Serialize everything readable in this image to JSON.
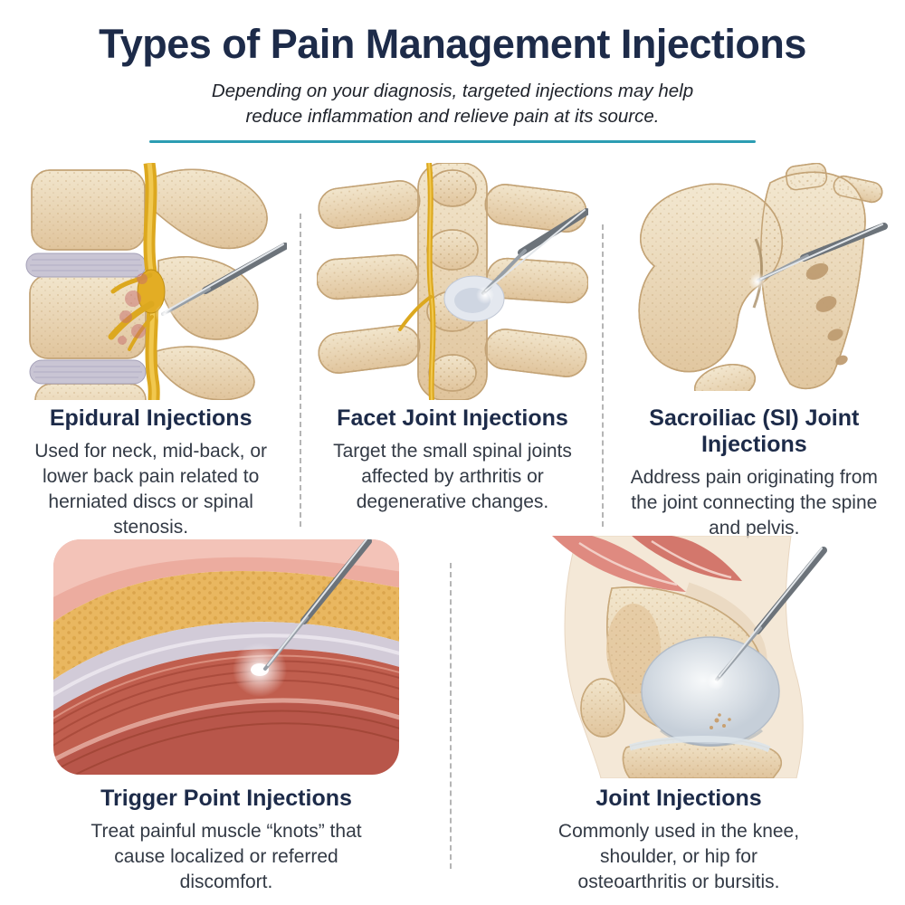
{
  "header": {
    "title": "Types of Pain Management Injections",
    "subtitle": "Depending on your diagnosis, targeted injections may help reduce inflammation and relieve pain at its source."
  },
  "palette": {
    "title_navy": "#1d2b49",
    "body_text": "#333a45",
    "accent_teal": "#2c9db3",
    "divider_gray": "#a9a9a9",
    "bone_tan": "#e8d4ae",
    "disc_gray": "#c9c5d4",
    "nerve_yellow": "#dca81f",
    "muscle_red": "#c05e4e",
    "cartilage_gray": "#c6cfd9",
    "needle_silver": "#969ea6"
  },
  "sections": [
    {
      "id": "epidural-injections",
      "title": "Epidural Injections",
      "description": "Used for neck, mid-back, or lower back pain related to herniated discs or spinal stenosis.",
      "illustration": "lumbar-spine-side-view-with-needle"
    },
    {
      "id": "facet-joint-injections",
      "title": "Facet Joint Injections",
      "description": "Target the small spinal joints affected by arthritis or degenerative changes.",
      "illustration": "spine-posterior-view-with-needle"
    },
    {
      "id": "sacroiliac-joint-injections",
      "title": "Sacroiliac (SI) Joint Injections",
      "description": "Address pain originating from the joint connecting the spine and pelvis.",
      "illustration": "pelvis-sacroiliac-joint-with-needle"
    },
    {
      "id": "trigger-point-injections",
      "title": "Trigger Point Injections",
      "description": "Treat painful muscle “knots” that cause localized or referred discomfort.",
      "illustration": "muscle-tissue-layers-with-needle"
    },
    {
      "id": "joint-injections",
      "title": "Joint Injections",
      "description": "Commonly used in the knee, shoulder, or hip for osteoarthritis or bursitis.",
      "illustration": "knee-joint-with-needle"
    }
  ]
}
